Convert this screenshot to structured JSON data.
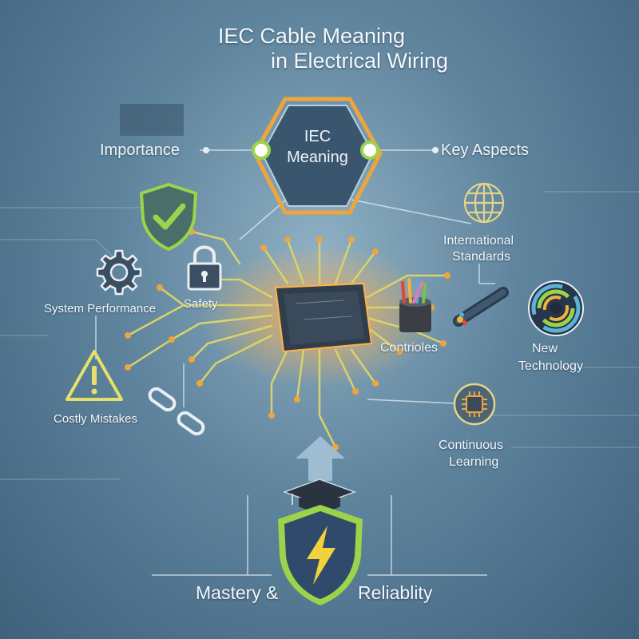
{
  "title": {
    "line1": "IEC Cable Meaning",
    "line2": "in Electrical Wiring"
  },
  "hub": {
    "line1": "IEC",
    "line2": "Meaning"
  },
  "labels": {
    "importance": "Importance",
    "key_aspects": "Key Aspects",
    "international_standards_1": "International",
    "international_standards_2": "Standards",
    "system_performance": "System Performance",
    "safety": "Safety",
    "costly_mistakes": "Costly Mistakes",
    "controles": "Contrioles",
    "new_technology_1": "New",
    "new_technology_2": "Technology",
    "continuous_learning_1": "Continuous",
    "continuous_learning_2": "Learning",
    "mastery": "Mastery &",
    "reliability": "Reliablity"
  },
  "icons": [
    "check-shield-icon",
    "gear-icon",
    "padlock-icon",
    "warning-icon",
    "chain-link-icon",
    "globe-icon",
    "cable-bundle-icon",
    "cable-roll-icon",
    "processor-chip-icon",
    "graduation-cap-icon",
    "up-arrow-icon",
    "lightning-shield-icon"
  ],
  "colors": {
    "accent_green": "#9bd34a",
    "accent_orange": "#f0a53c",
    "hex_border": "#e08a32",
    "label": "#f2f6f9",
    "trace": "#d8d36a"
  }
}
